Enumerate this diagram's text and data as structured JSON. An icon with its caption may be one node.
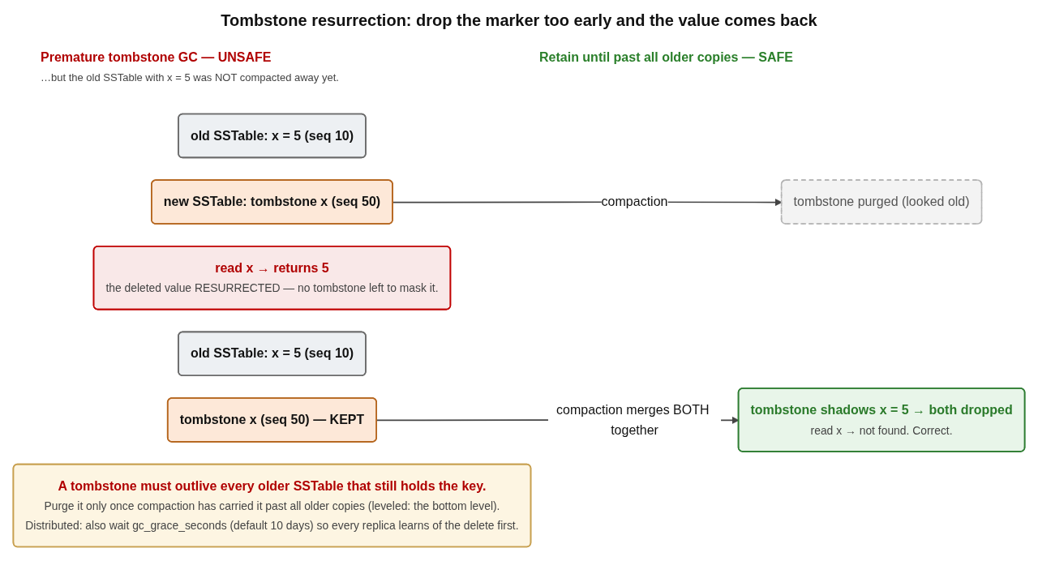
{
  "diagram": {
    "title": "Tombstone resurrection: drop the marker too early and the value comes back",
    "nodes": [
      {
        "text": [
          "old SSTable: x = 5 (seq 10)"
        ]
      },
      {
        "text": [
          "new SSTable: tombstone x (seq 50)"
        ]
      },
      {
        "text": [
          "tombstone purged (looked old)"
        ]
      },
      {
        "text": [
          "read x → returns 5",
          "the deleted value RESURRECTED — no tombstone left to mask it."
        ]
      },
      {
        "text": [
          "old SSTable: x = 5 (seq 10)"
        ]
      },
      {
        "text": [
          "tombstone x (seq 50) — KEPT"
        ]
      },
      {
        "text": [
          "tombstone shadows x = 5 → both dropped",
          "read x → not found. Correct."
        ]
      },
      {
        "text": [
          "A tombstone must outlive every older SSTable that still holds the key.",
          "Purge it only once compaction has carried it past all older copies (leveled: the bottom level).",
          "Distributed: also wait gc_grace_seconds (default 10 days) so every replica learns of the delete first."
        ]
      }
    ],
    "edges": [
      {
        "from": 1,
        "to": 2,
        "arrow": "to",
        "label": "compaction"
      },
      {
        "from": 5,
        "to": 6,
        "arrow": "to",
        "label": "compaction merges BOTH together"
      }
    ],
    "labels": [
      "Premature tombstone GC — UNSAFE",
      "Retain until past all older copies — SAFE",
      "…but the old SSTable with x = 5 was NOT compacted away yet."
    ]
  }
}
